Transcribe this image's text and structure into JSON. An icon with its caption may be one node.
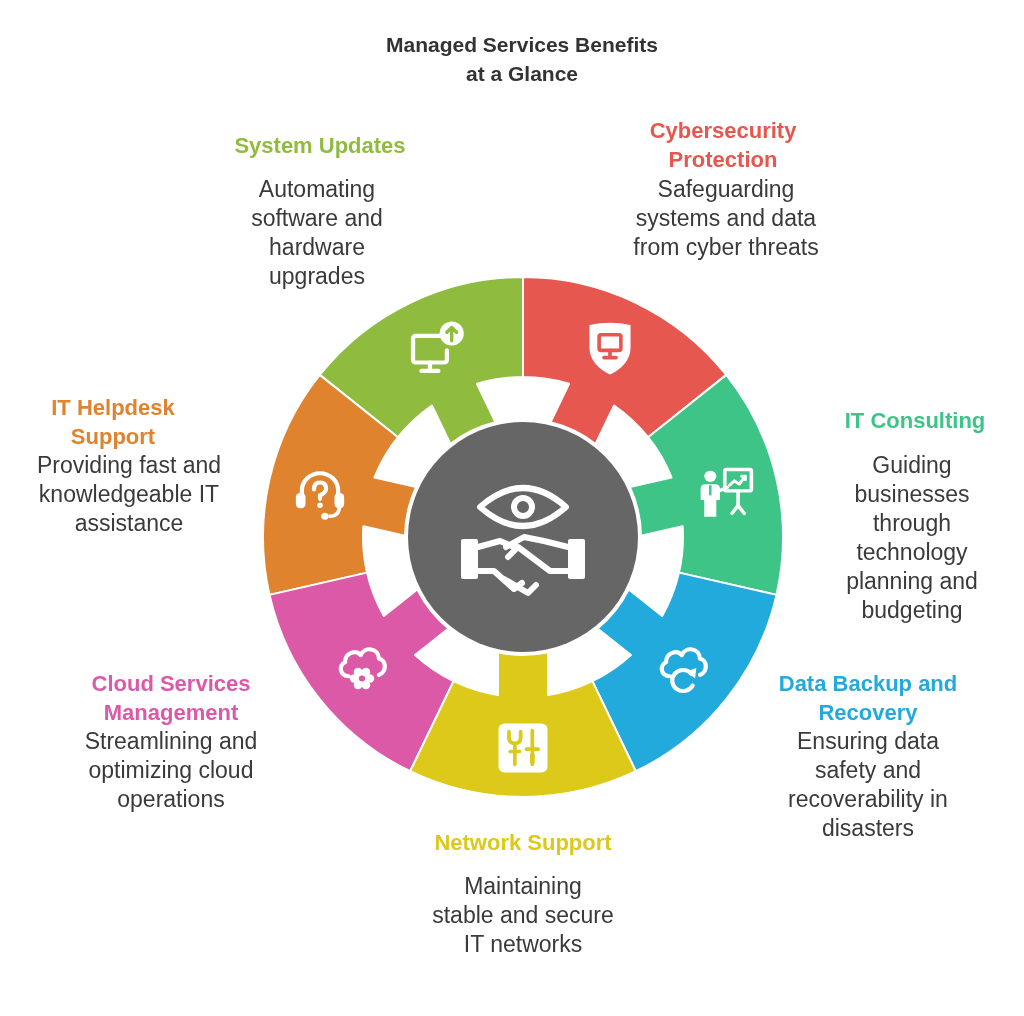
{
  "diagram": {
    "title": "Managed Services Benefits at a Glance",
    "nodes": [
      {
        "text": [
          "System Updates",
          "Automating software and hardware upgrades"
        ]
      },
      {
        "text": [
          "Cybersecurity Protection",
          "Safeguarding systems and data from cyber threats"
        ]
      },
      {
        "text": [
          "IT Helpdesk Support",
          "Providing fast and knowledgeable IT assistance"
        ]
      },
      {
        "text": [],
        "shape": "circle"
      },
      {
        "text": [
          "IT Consulting",
          "Guiding businesses through technology planning and budgeting"
        ]
      },
      {
        "text": [
          "Cloud Services Management",
          "Streamlining and optimizing cloud operations"
        ]
      },
      {
        "text": [
          "Data Backup and Recovery",
          "Ensuring data safety and recoverability in disasters"
        ]
      },
      {
        "text": [
          "Network Support",
          "Maintaining stable and secure IT networks"
        ]
      }
    ]
  }
}
